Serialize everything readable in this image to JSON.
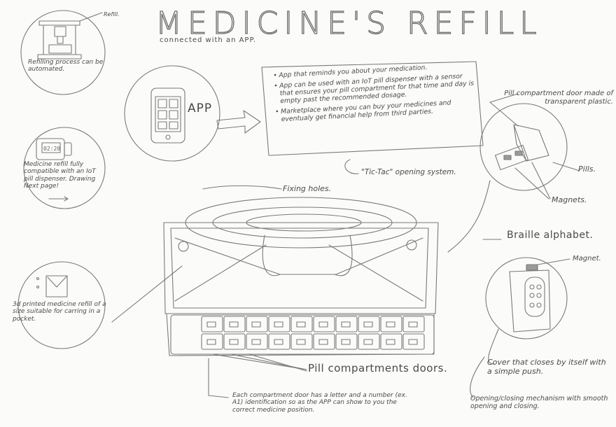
{
  "title": "MEDICINE'S REFILL",
  "subtitle": "connected with an APP.",
  "app_label": "APP",
  "app_features": [
    "App that reminds you about your medication.",
    "App can be used with an IoT pill dispenser with a sensor that ensures your pill compartment for that time and day is empty past the recommended dosage.",
    "Marketplace where you can buy your medicines and eventualy get financial help from third parties."
  ],
  "circle_automation": {
    "tag": "Refill.",
    "caption": "Refilling process can be automated."
  },
  "circle_compatible": {
    "device_display": "02:20",
    "caption": "Medicine refill fully compatible with an IoT pill dispenser. Drawing Next page!"
  },
  "circle_pocket": {
    "caption": "3d printed medicine refill of a size suitable for carring in a pocket."
  },
  "opening_detail": {
    "door_label": "Pill compartment door made of transparent plastic.",
    "pills_label": "Pills.",
    "magnets_label": "Magnets.",
    "tictac_label": "\"Tic-Tac\" opening system."
  },
  "refill_body": {
    "fixing_label": "Fixing holes.",
    "doors_label": "Pill compartments doors.",
    "door_note": "Each compartment door has a letter and a number (ex. A1) identification so as the APP can show to you the correct medicine position."
  },
  "braille_detail": {
    "braille_label": "Braille alphabet.",
    "magnet_label": "Magnet.",
    "cover_label": "Cover that closes by itself with a simple push.",
    "mechanism_label": "Opening/closing mechanism with smooth opening and closing."
  },
  "compartment_grid": {
    "rows": 2,
    "cols": 10
  }
}
